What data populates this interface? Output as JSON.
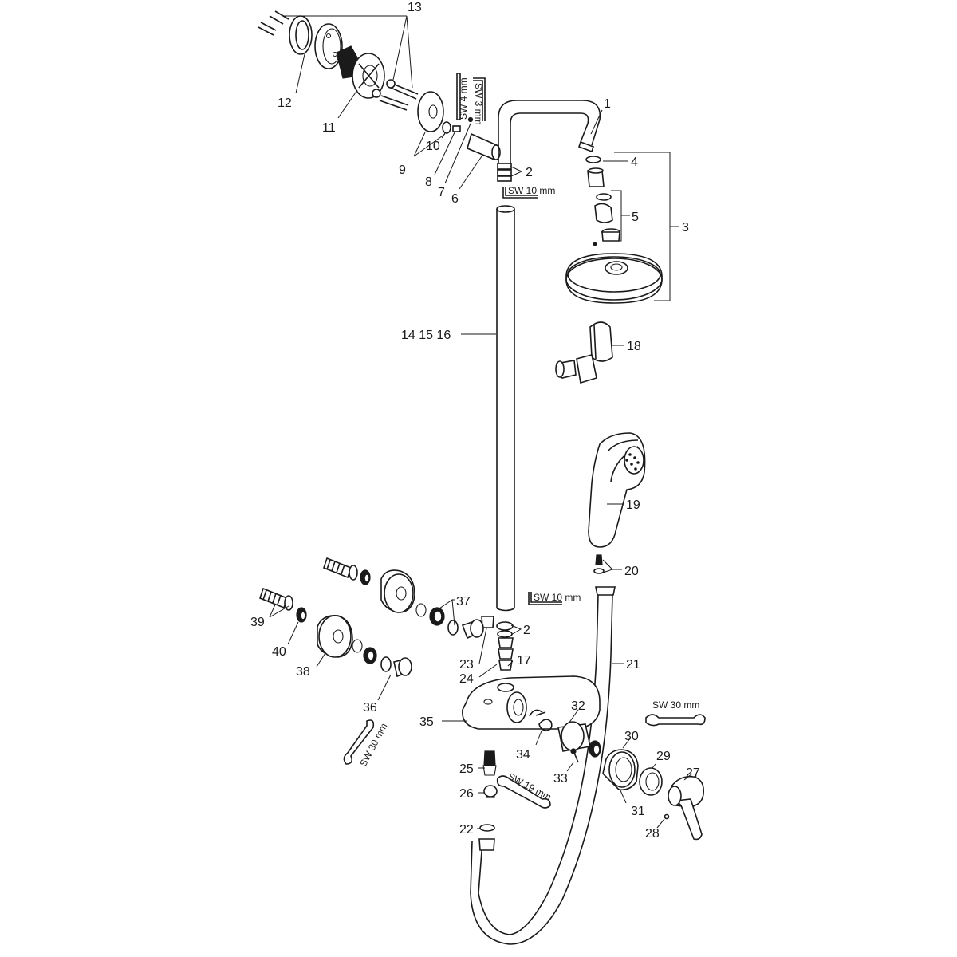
{
  "callouts": {
    "c1": "1",
    "c2a": "2",
    "c2b": "2",
    "c3": "3",
    "c4": "4",
    "c5": "5",
    "c6": "6",
    "c7": "7",
    "c8": "8",
    "c9": "9",
    "c10": "10",
    "c11": "11",
    "c12": "12",
    "c13": "13",
    "c14_16": "14 15 16",
    "c17": "17",
    "c18": "18",
    "c19": "19",
    "c20": "20",
    "c21": "21",
    "c22": "22",
    "c23": "23",
    "c24": "24",
    "c25": "25",
    "c26": "26",
    "c27": "27",
    "c28": "28",
    "c29": "29",
    "c30": "30",
    "c31": "31",
    "c32": "32",
    "c33": "33",
    "c34": "34",
    "c35": "35",
    "c36": "36",
    "c37": "37",
    "c38": "38",
    "c39": "39",
    "c40": "40"
  },
  "tools": {
    "sw4": "SW 4 mm",
    "sw3": "SW 3 mm",
    "sw10_top": "SW 10 mm",
    "sw10_mid": "SW 10 mm",
    "sw30_right": "SW 30 mm",
    "sw30_left": "SW 30 mm",
    "sw19": "SW 19 mm"
  }
}
